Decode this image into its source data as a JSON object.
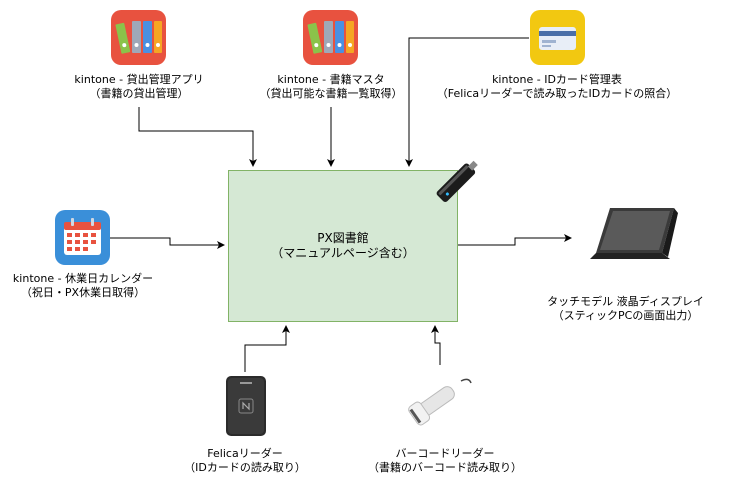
{
  "center": {
    "line1": "PX図書館",
    "line2": "（マニュアルページ含む）"
  },
  "nodes": {
    "loan_app": {
      "line1": "kintone - 貸出管理アプリ",
      "line2": "（書籍の貸出管理）",
      "icon": "binders-icon"
    },
    "book_master": {
      "line1": "kintone - 書籍マスタ",
      "line2": "（貸出可能な書籍一覧取得）",
      "icon": "binders-icon"
    },
    "id_card": {
      "line1": "kintone - IDカード管理表",
      "line2": "（Felicaリーダーで読み取ったIDカードの照合）",
      "icon": "id-card-icon"
    },
    "holiday_calendar": {
      "line1": "kintone - 休業日カレンダー",
      "line2": "（祝日・PX休業日取得）",
      "icon": "calendar-icon"
    },
    "touch_monitor": {
      "line1": "タッチモデル 液晶ディスプレイ",
      "line2": "（スティックPCの画面出力）",
      "icon": "touch-monitor-icon"
    },
    "felica_reader": {
      "line1": "Felicaリーダー",
      "line2": "（IDカードの読み取り）",
      "icon": "nfc-reader-icon"
    },
    "barcode_reader": {
      "line1": "バーコードリーダー",
      "line2": "（書籍のバーコード読み取り）",
      "icon": "barcode-scanner-icon"
    }
  },
  "stick_pc": {
    "icon": "stick-pc-icon"
  },
  "colors": {
    "center_fill": "#d5e8d4",
    "center_border": "#82b366",
    "binder_bg": "#e8523f",
    "card_bg": "#f2c811",
    "calendar_bg": "#3a8fd9"
  }
}
